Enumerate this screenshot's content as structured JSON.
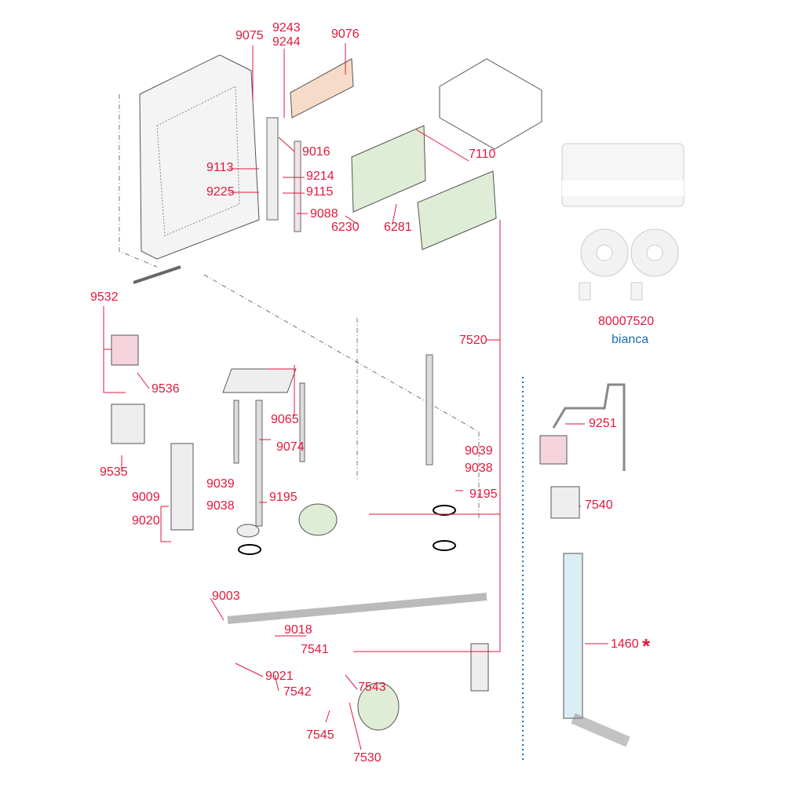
{
  "diagram": {
    "labels": {
      "l9075": "9075",
      "l9243": "9243",
      "l9244": "9244",
      "l9076": "9076",
      "l9016": "9016",
      "l7110": "7110",
      "l9113": "9113",
      "l9214": "9214",
      "l9115": "9115",
      "l9225": "9225",
      "l9088": "9088",
      "l6230": "6230",
      "l6281": "6281",
      "l9532": "9532",
      "l7520": "7520",
      "l9536": "9536",
      "l9065": "9065",
      "l9074": "9074",
      "l9039a": "9039",
      "l9038a": "9038",
      "l9535": "9535",
      "l9039b": "9039",
      "l9038b": "9038",
      "l9195a": "9195",
      "l9195b": "9195",
      "l9009": "9009",
      "l9020": "9020",
      "l9003": "9003",
      "l9018": "9018",
      "l7541": "7541",
      "l9021": "9021",
      "l7542": "7542",
      "l7543": "7543",
      "l7545": "7545",
      "l7530": "7530",
      "l9251": "9251",
      "l7540": "7540",
      "l1460": "1460"
    },
    "star": "*",
    "kit": {
      "code": "80007520",
      "color_name": "bianca"
    },
    "colors": {
      "label": "#e3173e",
      "kit_name": "#1e6fb5",
      "divider": "#1e6fb5"
    }
  }
}
